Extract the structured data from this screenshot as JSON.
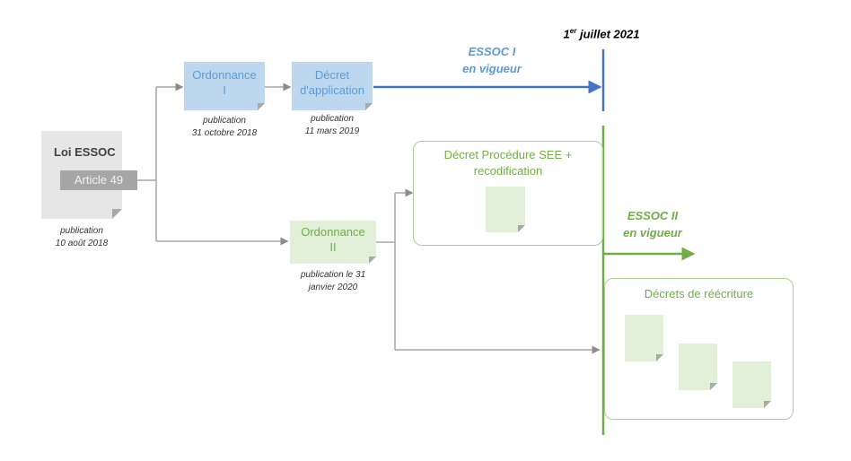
{
  "loi": {
    "title": "Loi ESSOC",
    "article": "Article 49",
    "pub_line1": "publication",
    "pub_line2": "10 août 2018"
  },
  "ordonnance1": {
    "line1": "Ordonnance",
    "line2": "I",
    "pub_line1": "publication",
    "pub_line2": "31 octobre 2018"
  },
  "decret_application": {
    "line1": "Décret",
    "line2": "d'application",
    "pub_line1": "publication",
    "pub_line2": "11 mars 2019"
  },
  "essoc1": {
    "line1": "ESSOC I",
    "line2": "en vigueur",
    "color": "#5b9bd5"
  },
  "milestone": {
    "prefix": "1",
    "superscript": "er",
    "suffix": " juillet 2021"
  },
  "ordonnance2": {
    "line1": "Ordonnance",
    "line2": "II",
    "pub_line1": "publication le 31",
    "pub_line2": "janvier 2020"
  },
  "decret_procedure": {
    "line1": "Décret Procédure SEE +",
    "line2": "recodification"
  },
  "essoc2": {
    "line1": "ESSOC II",
    "line2": "en vigueur",
    "color": "#70ad47"
  },
  "decrets_reecriture": {
    "title": "Décrets de réécriture"
  },
  "colors": {
    "blue_line": "#4472c4",
    "green_line": "#70ad47",
    "connector": "#a6a6a6"
  }
}
